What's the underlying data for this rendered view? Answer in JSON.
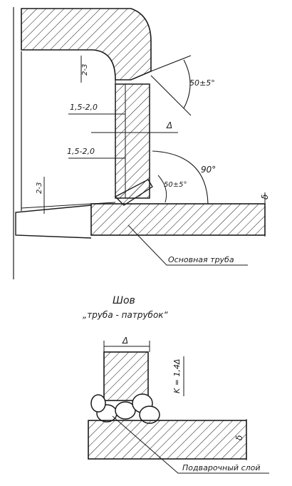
{
  "upper_view": {
    "gap_top": "2-3",
    "angle_top": "50±5°",
    "dim_upper": "1,5-2,0",
    "delta": "Δ",
    "dim_lower": "1,5-2,0",
    "angle_right": "90°",
    "angle_bottom": "50±5°",
    "gap_bottom": "2-3",
    "thickness": "δ",
    "main_pipe_label": "Основная труба"
  },
  "lower_view": {
    "caption_line1": "Шов",
    "caption_line2": "„труба - патрубок“",
    "delta": "Δ",
    "leg_size": "K = 1,4Δ",
    "thickness": "δ",
    "backing_layer_label": "Подварочный слой"
  }
}
